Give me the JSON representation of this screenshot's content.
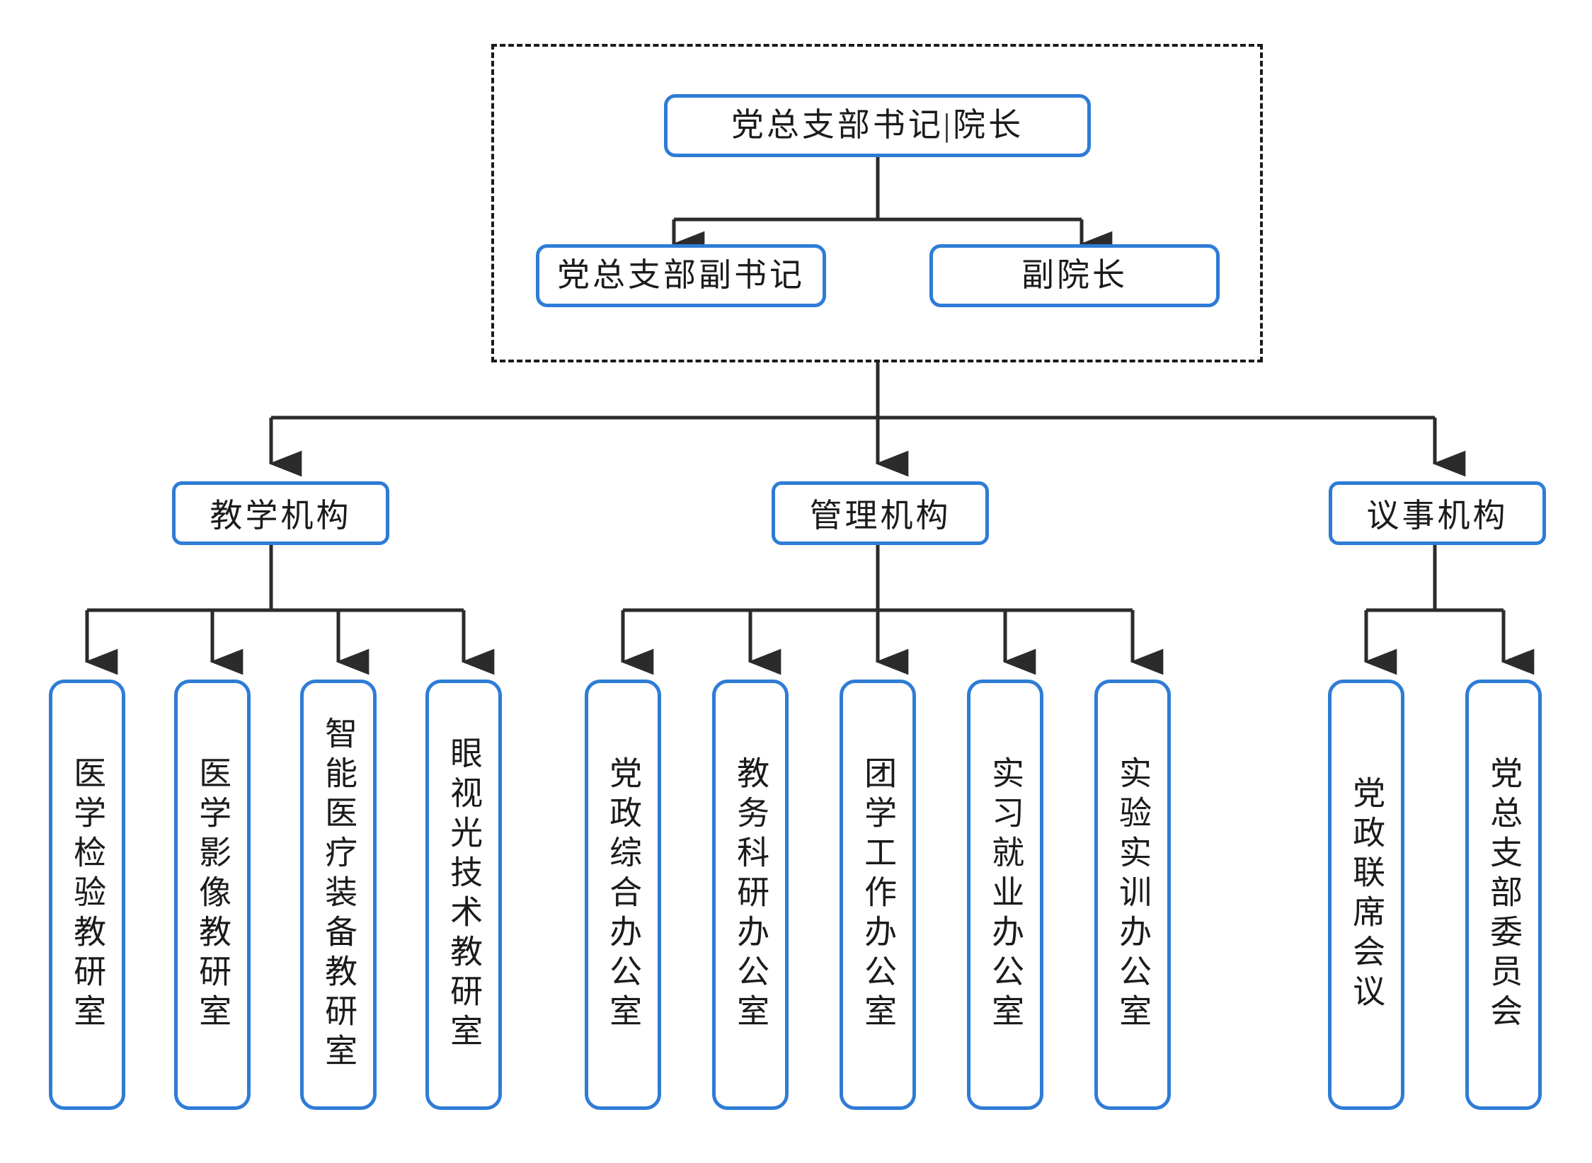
{
  "diagram": {
    "title_root": "党总支部书记|院长",
    "accent_color": "#2E7CD6",
    "line_color": "#2b2b2b",
    "leadership_group": {
      "style": "dashed-border",
      "root": "党总支部书记|院长",
      "deputies": [
        "党总支部副书记",
        "副院长"
      ]
    },
    "categories": [
      {
        "label": "教学机构",
        "children": [
          "医学检验教研室",
          "医学影像教研室",
          "智能医疗装备教研室",
          "眼视光技术教研室"
        ]
      },
      {
        "label": "管理机构",
        "children": [
          "党政综合办公室",
          "教务科研办公室",
          "团学工作办公室",
          "实习就业办公室",
          "实验实训办公室"
        ]
      },
      {
        "label": "议事机构",
        "children": [
          "党政联席会议",
          "党总支部委员会"
        ]
      }
    ]
  }
}
